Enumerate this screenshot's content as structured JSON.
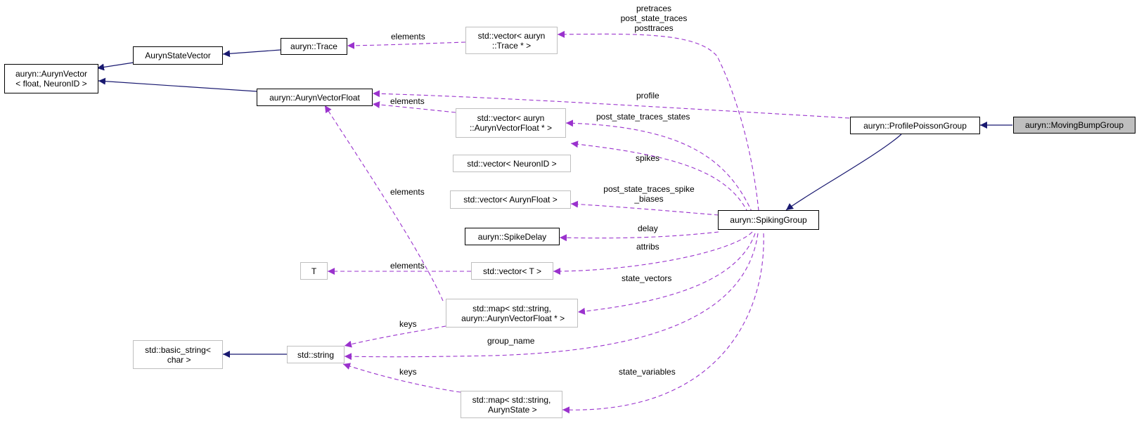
{
  "diagram": {
    "nodes": {
      "moving_bump": "auryn::MovingBumpGroup",
      "profile_poisson": "auryn::ProfilePoissonGroup",
      "spiking_group": "auryn::SpikingGroup",
      "auryn_vector": "auryn::AurynVector\n< float, NeuronID >",
      "auryn_state_vector": "AurynStateVector",
      "trace": "auryn::Trace",
      "auryn_vector_float": "auryn::AurynVectorFloat",
      "vector_trace_ptr": "std::vector< auryn\n::Trace * >",
      "vector_avf_ptr": "std::vector< auryn\n::AurynVectorFloat * >",
      "vector_neuronid": "std::vector< NeuronID >",
      "vector_aurynfloat": "std::vector< AurynFloat >",
      "spike_delay": "auryn::SpikeDelay",
      "t_param": "T",
      "vector_t": "std::vector< T >",
      "map_avf": "std::map< std::string,\n auryn::AurynVectorFloat * >",
      "basic_string": "std::basic_string<\n char >",
      "std_string": "std::string",
      "map_state": "std::map< std::string,\n AurynState >"
    },
    "edge_labels": {
      "trace_elements": "elements",
      "traces_multi": "pretraces\npost_state_traces\nposttraces",
      "profile": "profile",
      "avf_elements": "elements",
      "post_state_traces_states": "post_state_traces_states",
      "spikes": "spikes",
      "map_elements": "elements",
      "spike_biases": "post_state_traces_spike\n_biases",
      "delay": "delay",
      "attribs": "attribs",
      "t_elements": "elements",
      "state_vectors": "state_vectors",
      "keys_map": "keys",
      "group_name": "group_name",
      "keys_state": "keys",
      "state_variables": "state_variables"
    },
    "colors": {
      "inheritance": "#191970",
      "usage": "#9a32cd",
      "light_border": "#bfbfbf",
      "focus_fill": "#bfbfbf"
    }
  }
}
